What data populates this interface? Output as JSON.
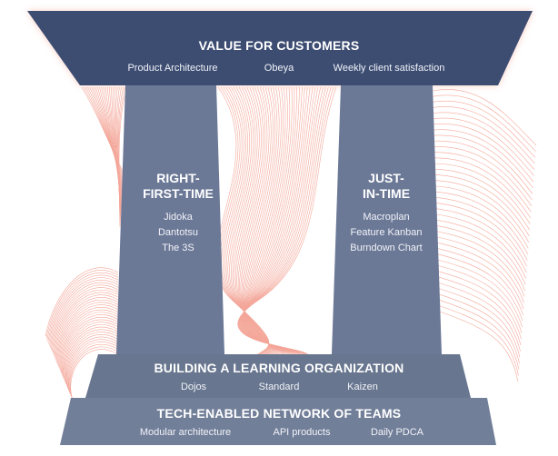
{
  "roof": {
    "title": "VALUE FOR CUSTOMERS",
    "items": [
      "Product Architecture",
      "Obeya",
      "Weekly client satisfaction"
    ]
  },
  "left_pillar": {
    "title_line1": "RIGHT-",
    "title_line2": "FIRST-TIME",
    "items": [
      "Jidoka",
      "Dantotsu",
      "The 3S"
    ]
  },
  "right_pillar": {
    "title_line1": "JUST-",
    "title_line2": "IN-TIME",
    "items": [
      "Macroplan",
      "Feature Kanban",
      "Burndown Chart"
    ]
  },
  "step_upper": {
    "title": "BUILDING A LEARNING ORGANIZATION",
    "items": [
      "Dojos",
      "Standard",
      "Kaizen"
    ]
  },
  "step_lower": {
    "title": "TECH-ENABLED NETWORK OF TEAMS",
    "items": [
      "Modular architecture",
      "API products",
      "Daily PDCA"
    ]
  },
  "colors": {
    "roof": "#3d4d72",
    "pillar": "#6b7896",
    "step_upper": "#68768f",
    "step_lower": "#727f99",
    "lines": "#f08a78"
  }
}
